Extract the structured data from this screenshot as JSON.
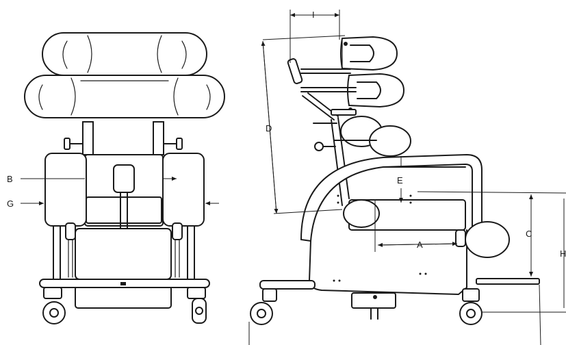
{
  "labels": {
    "A": "A",
    "B": "B",
    "C": "C",
    "D": "D",
    "E": "E",
    "G": "G",
    "H": "H",
    "I": "I"
  }
}
